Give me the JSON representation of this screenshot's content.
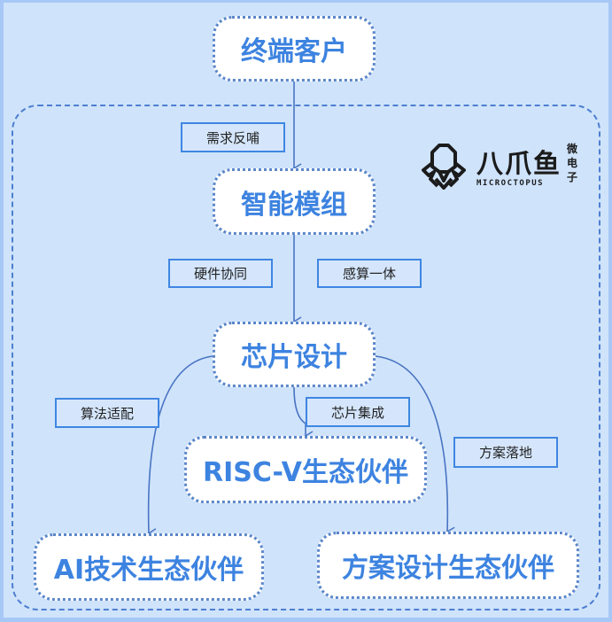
{
  "nodes": {
    "end_customer": "终端客户",
    "smart_module": "智能模组",
    "chip_design": "芯片设计",
    "riscv_partner": "RISC-V生态伙伴",
    "ai_partner": "AI技术生态伙伴",
    "solution_partner": "方案设计生态伙伴"
  },
  "edge_labels": {
    "demand_feedback": "需求反哺",
    "hw_collab": "硬件协同",
    "sense_compute": "感算一体",
    "algo_adapt": "算法适配",
    "chip_integration": "芯片集成",
    "solution_landing": "方案落地"
  },
  "logo": {
    "name_cn": "八爪鱼",
    "name_en": "MICROCTOPUS",
    "side_text": "微电子"
  },
  "colors": {
    "accent": "#3d83e0",
    "edge": "#4a74c2",
    "background": "#cfe3fb"
  }
}
